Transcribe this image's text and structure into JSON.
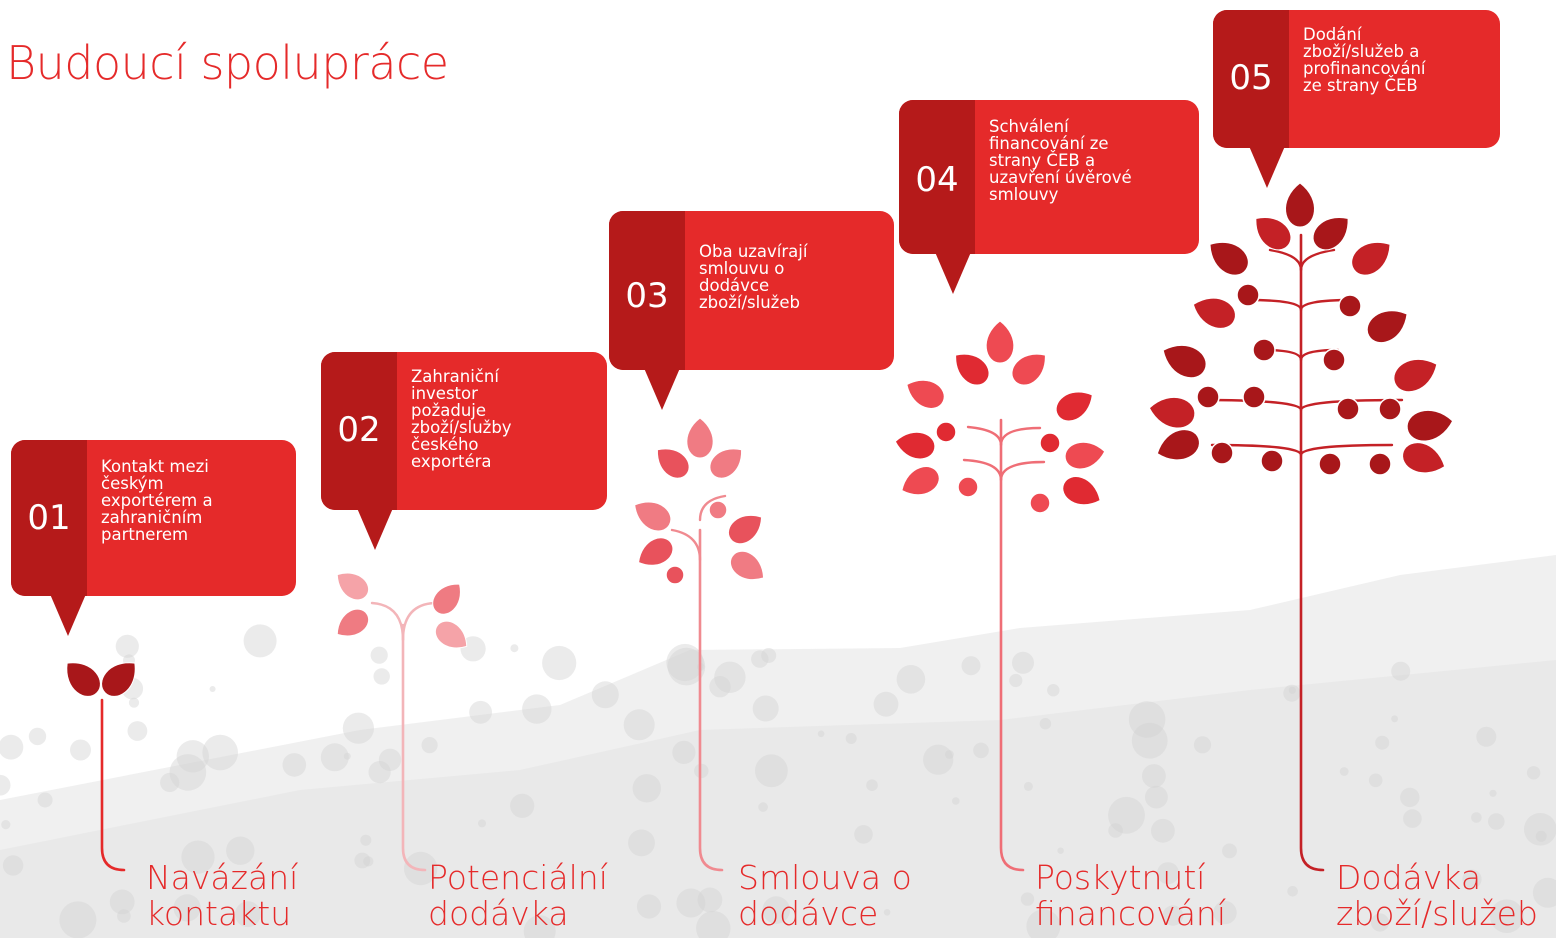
{
  "title": "Budoucí spolupráce",
  "colors": {
    "accent": "#e52a2a",
    "dark": "#b51a1a",
    "leaf_dark": "#a8171a",
    "leaf_light": "#f0727a",
    "ground": "#e3e3e3"
  },
  "steps": [
    {
      "number": "01",
      "lines": [
        "Kontakt mezi",
        "českým",
        "exportérem a",
        "zahraničním",
        "partnerem"
      ],
      "label_lines": [
        "Navázání",
        "kontaktu"
      ]
    },
    {
      "number": "02",
      "lines": [
        "Zahraniční",
        "investor",
        "požaduje",
        "zboží/služby",
        "českého",
        "exportéra"
      ],
      "label_lines": [
        "Potenciální",
        "dodávka"
      ]
    },
    {
      "number": "03",
      "lines": [
        "Oba uzavírají",
        "smlouvu o",
        "dodávce",
        "zboží/služeb"
      ],
      "label_lines": [
        "Smlouva o",
        "dodávce"
      ]
    },
    {
      "number": "04",
      "lines": [
        "Schválení",
        "financování ze",
        "strany ČEB a",
        "uzavření úvěrové",
        "smlouvy"
      ],
      "label_lines": [
        "Poskytnutí",
        "financování"
      ]
    },
    {
      "number": "05",
      "lines": [
        "Dodání",
        "zboží/služeb a",
        "profinancování",
        "ze strany ČEB"
      ],
      "label_lines": [
        "Dodávka",
        "zboží/služeb"
      ]
    }
  ]
}
